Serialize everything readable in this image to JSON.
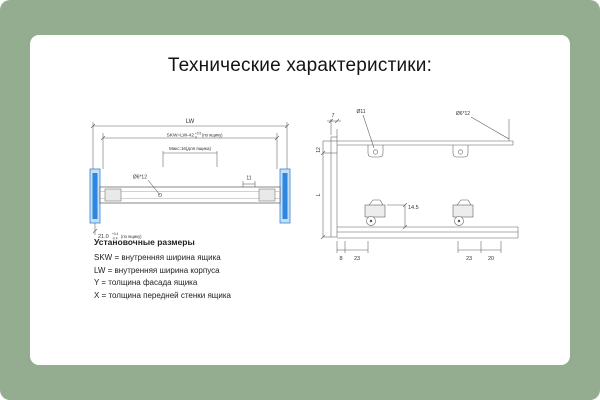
{
  "page": {
    "title": "Технические характеристики:"
  },
  "colors": {
    "background": "#94ac90",
    "card": "#ffffff",
    "line": "#5a5a5a",
    "accent_blue": "#2e86de",
    "accent_blue_light": "#c7def5"
  },
  "legend": {
    "heading": "Установочные размеры",
    "items": [
      "SKW = внутренняя ширина ящика",
      "LW = внутренняя ширина корпуса",
      "Y =  толщина фасада ящика",
      "X =  толщина передней стенки ящика"
    ]
  },
  "left_diagram": {
    "dim_lw": "LW",
    "dim_skw": "SKW=LW-42",
    "dim_skw_tol_plus": "+0.5",
    "dim_skw_tol_zero": "0",
    "dim_skw_note": "(по ящику)",
    "dim_max": "Макс:16(для ящика)",
    "hole_label": "Ø6*12",
    "dim_11": "11",
    "dim_21": "21.0",
    "dim_21_plus": "+0.4",
    "dim_21_minus": "-0.4",
    "dim_21_note": "(по ящику)"
  },
  "right_diagram": {
    "dim_7": "7",
    "hole_label_left": "Ø11",
    "hole_label_right": "Ø6*12",
    "dim_12": "12",
    "dim_l": "L",
    "dim_14_5": "14.5",
    "dim_8": "8",
    "dim_23_left": "23",
    "dim_23_right": "23",
    "dim_20": "20"
  }
}
